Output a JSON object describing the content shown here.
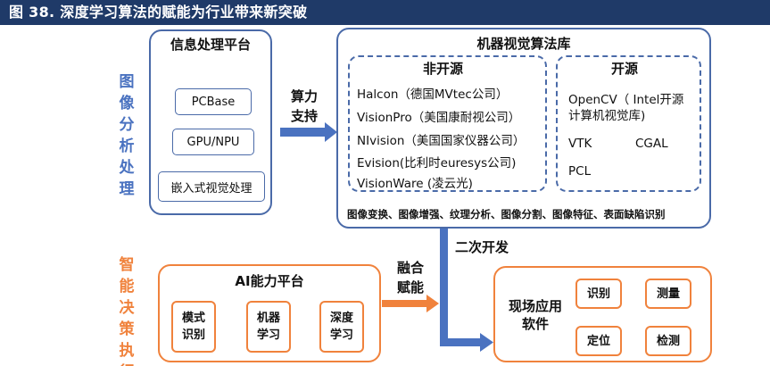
{
  "title": "图 38. 深度学习算法的赋能为行业带来新突破",
  "side_labels": {
    "image_analysis": "图\n像\n分\n析\n处\n理",
    "intelligent_decision": "智\n能\n决\n策\n执\n行"
  },
  "info_platform": {
    "title": "信息处理平台",
    "items": [
      "PCBase",
      "GPU/NPU",
      "嵌入式视觉处理"
    ]
  },
  "compute_arrow_label": "算力\n支持",
  "vision_library": {
    "title": "机器视觉算法库",
    "closed_source": {
      "title": "非开源",
      "items": [
        "Halcon（德国MVtec公司）",
        "VisionPro（美国康耐视公司）",
        "NIvision（美国国家仪器公司）",
        "Evision(比利时euresys公司)",
        "VisionWare (凌云光)"
      ]
    },
    "open_source": {
      "title": "开源",
      "opencv_line1": "OpenCV（ Intel开源",
      "opencv_line2": "计算机视觉库)",
      "vtk": "VTK",
      "cgal": "CGAL",
      "pcl": "PCL"
    },
    "capabilities": "图像变换、图像增强、纹理分析、图像分割、图像特征、表面缺陷识别"
  },
  "secondary_dev_label": "二次开发",
  "ai_platform": {
    "title": "AI能力平台",
    "items": [
      "模式\n识别",
      "机器\n学习",
      "深度\n学习"
    ]
  },
  "fusion_arrow_label": "融合\n赋能",
  "field_app": {
    "title": "现场应用\n软件",
    "items": [
      "识别",
      "测量",
      "定位",
      "检测"
    ]
  },
  "colors": {
    "header_bg": "#1f3a68",
    "blue": "#4a6aa8",
    "orange": "#f0823c",
    "side_blue": "#4a72c0",
    "side_orange": "#f0823c"
  }
}
